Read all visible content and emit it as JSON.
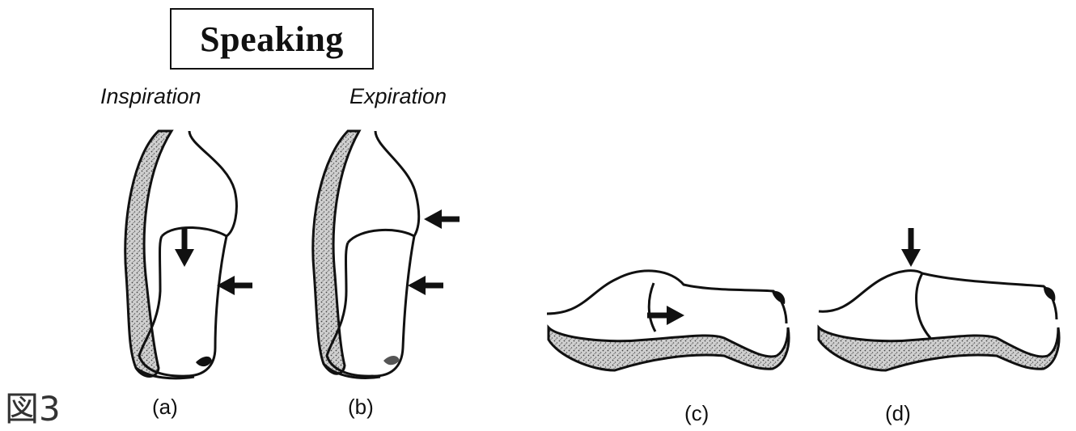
{
  "title": "Speaking",
  "phases": {
    "inspiration": "Inspiration",
    "expiration": "Expiration"
  },
  "panels": {
    "a": "(a)",
    "b": "(b)",
    "c": "(c)",
    "d": "(d)"
  },
  "figure_label": "図3"
}
